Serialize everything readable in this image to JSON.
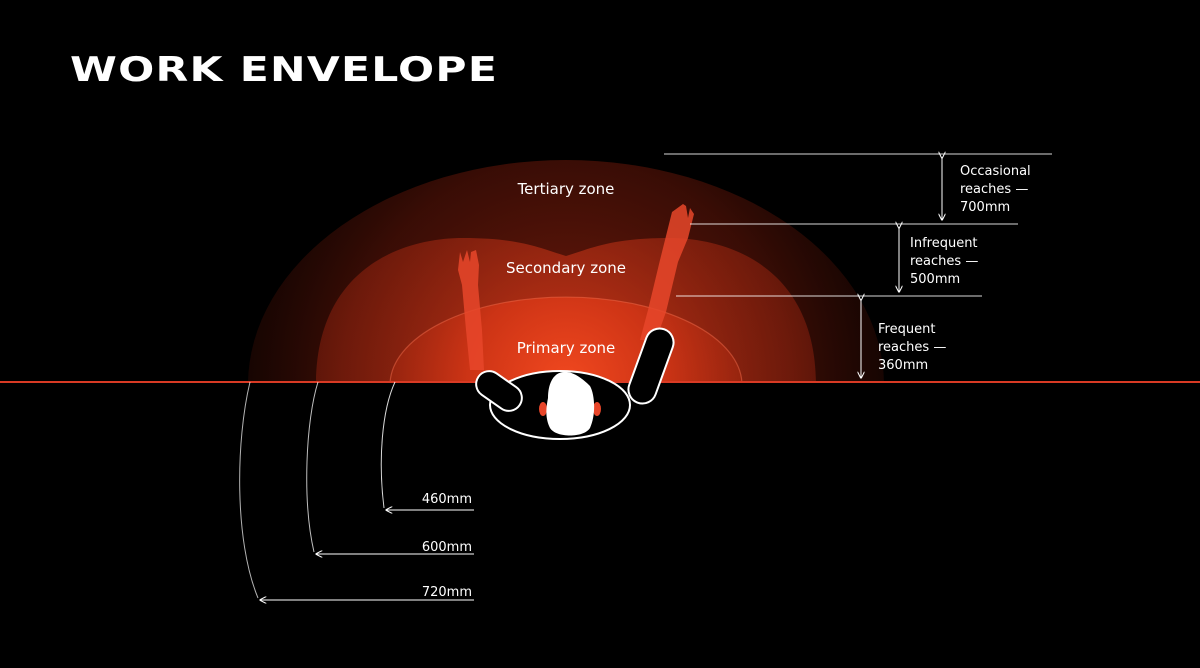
{
  "title": "WORK ENVELOPE",
  "colors": {
    "background": "#000000",
    "zone_red": "#e03516",
    "desk_line": "#d93a24",
    "lines": "#ffffff"
  },
  "zones": [
    {
      "name": "Tertiary zone"
    },
    {
      "name": "Secondary zone"
    },
    {
      "name": "Primary zone"
    }
  ],
  "vertical_reaches": [
    {
      "lines": [
        "Occasional",
        "reaches —",
        "700mm"
      ]
    },
    {
      "lines": [
        "Infrequent",
        "reaches —",
        "500mm"
      ]
    },
    {
      "lines": [
        "Frequent",
        "reaches —",
        "360mm"
      ]
    }
  ],
  "horizontal_reaches": [
    {
      "label": "460mm"
    },
    {
      "label": "600mm"
    },
    {
      "label": "720mm"
    }
  ]
}
